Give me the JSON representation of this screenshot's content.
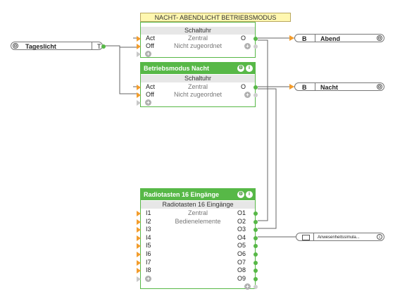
{
  "banner": {
    "title": "NACHT- ABENDLICHT BETRIEBSMODUS"
  },
  "tageslicht": {
    "label": "Tageslicht",
    "tag": "T"
  },
  "block1": {
    "subtitle": "Schaltuhr",
    "inputs": [
      "Act",
      "Off"
    ],
    "mid": [
      "Zentral",
      "Nicht zugeordnet"
    ],
    "outputs": [
      "O"
    ]
  },
  "block2": {
    "title": "Betriebsmodus Nacht",
    "subtitle": "Schaltuhr",
    "inputs": [
      "Act",
      "Off"
    ],
    "mid": [
      "Zentral",
      "Nicht zugeordnet"
    ],
    "outputs": [
      "O"
    ]
  },
  "block3": {
    "title": "Radiotasten 16 Eingänge",
    "subtitle": "Radiotasten 16 Eingänge",
    "inputs": [
      "I1",
      "I2",
      "I3",
      "I4",
      "I5",
      "I6",
      "I7",
      "I8"
    ],
    "mid": [
      "Zentral",
      "Bedienelemente"
    ],
    "outputs": [
      "O1",
      "O2",
      "O3",
      "O4",
      "O5",
      "O6",
      "O7",
      "O8",
      "O9"
    ]
  },
  "nodes": {
    "abend": {
      "type": "B",
      "label": "Abend"
    },
    "nacht": {
      "type": "B",
      "label": "Nacht"
    },
    "anwesenheit": {
      "label": "Anwesenheitssimula..."
    }
  },
  "icons": {
    "settings": "⚙",
    "info": "i",
    "add": "+"
  },
  "colors": {
    "block_green": "#57b847",
    "input_orange": "#f39c2c",
    "banner_yellow": "#fff7b0"
  }
}
